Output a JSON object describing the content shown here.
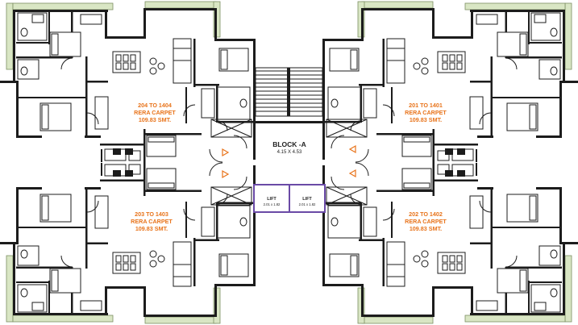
{
  "plan": {
    "block_title": "BLOCK -A",
    "block_dimensions": "4.15 X 4.53",
    "units": [
      {
        "id": "unit-204-1404",
        "range": "204 TO 1404",
        "label": "RERA CARPET",
        "area": "109.83 SMT."
      },
      {
        "id": "unit-201-1401",
        "range": "201 TO 1401",
        "label": "RERA CARPET",
        "area": "109.83 SMT."
      },
      {
        "id": "unit-203-1403",
        "range": "203 TO 1403",
        "label": "RERA CARPET",
        "area": "109.83 SMT."
      },
      {
        "id": "unit-202-1402",
        "range": "202 TO 1402",
        "label": "RERA CARPET",
        "area": "109.83 SMT."
      }
    ],
    "lifts": [
      {
        "title": "LIFT",
        "dimensions": "2.01 x 1.82"
      },
      {
        "title": "LIFT",
        "dimensions": "2.01 x 1.82"
      }
    ],
    "colors": {
      "unit_label": "#e8731a",
      "lift_outline": "#6a4aa6",
      "balcony_fill": "#d9e6c4",
      "wall": "#1c1c1c"
    }
  }
}
